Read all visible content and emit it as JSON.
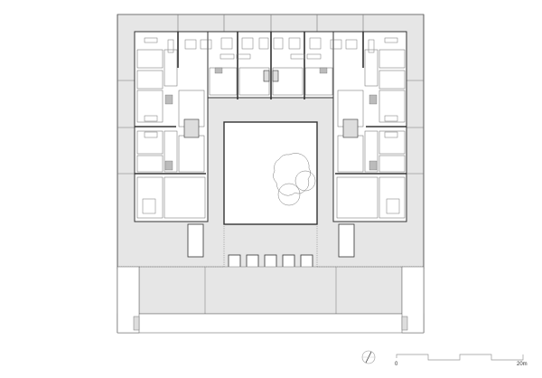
{
  "drawing": {
    "type": "architectural floor plan",
    "subject": "courtyard residential block with apartments around central void"
  },
  "scale_bar": {
    "start_label": "0",
    "end_label": "20m",
    "segments": 4
  },
  "north_arrow": {
    "icon": "north-arrow-icon"
  },
  "colors": {
    "background": "#ffffff",
    "plaza_fill": "#e6e6e6",
    "wall": "#333333",
    "line": "#555555",
    "light_line": "#999999"
  }
}
